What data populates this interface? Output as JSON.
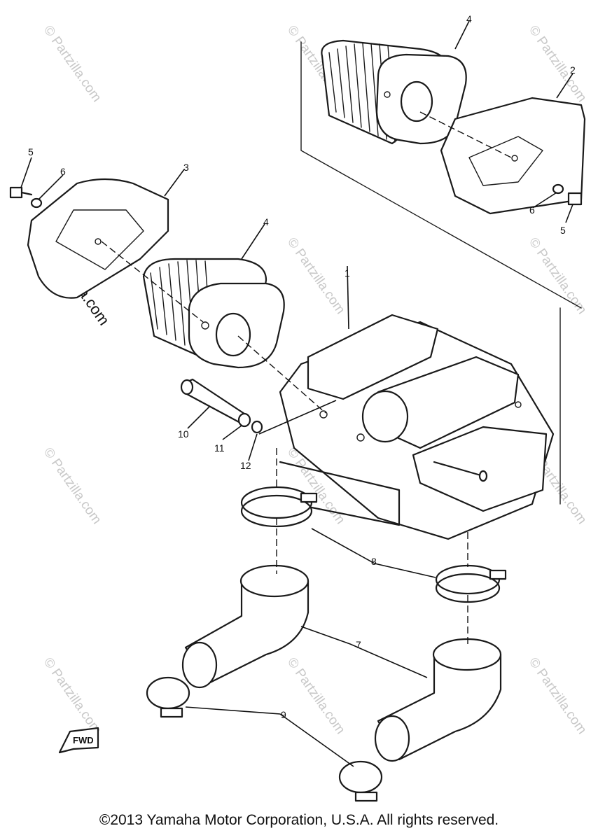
{
  "watermark": "© Partzilla.com",
  "watermark_prominent": "© Partzilla.com",
  "fwd_label": "FWD",
  "copyright": "©2013 Yamaha Motor Corporation, U.S.A. All rights reserved.",
  "callouts": {
    "c1": "1",
    "c2": "2",
    "c3": "3",
    "c4a": "4",
    "c4b": "4",
    "c5a": "5",
    "c5b": "5",
    "c6a": "6",
    "c6b": "6",
    "c7": "7",
    "c8": "8",
    "c9": "9",
    "c10": "10",
    "c11": "11",
    "c12": "12"
  }
}
